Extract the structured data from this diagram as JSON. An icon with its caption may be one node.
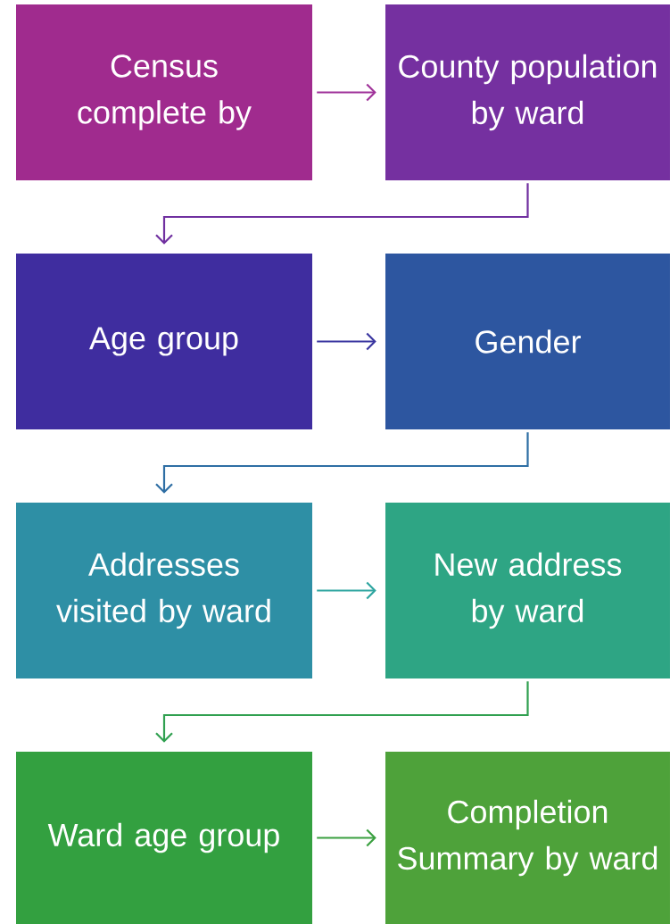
{
  "diagram": {
    "nodes": [
      {
        "text": [
          "Census complete by"
        ]
      },
      {
        "text": [
          "County population by ward"
        ]
      },
      {
        "text": [
          "Age group"
        ]
      },
      {
        "text": [
          "Gender"
        ]
      },
      {
        "text": [
          "Addresses visited by ward"
        ]
      },
      {
        "text": [
          "New address by ward"
        ]
      },
      {
        "text": [
          "Ward age group"
        ]
      },
      {
        "text": [
          "Completion Summary by ward"
        ]
      }
    ],
    "edges": [
      {
        "from": 0,
        "to": 1,
        "arrow": "to",
        "color": "#a0339a"
      },
      {
        "from": 1,
        "to": 2,
        "arrow": "to",
        "color": "#7030a0"
      },
      {
        "from": 2,
        "to": 3,
        "arrow": "to",
        "color": "#3a36a0"
      },
      {
        "from": 3,
        "to": 4,
        "arrow": "to",
        "color": "#2e6ea4"
      },
      {
        "from": 4,
        "to": 5,
        "arrow": "to",
        "color": "#2ea5a0"
      },
      {
        "from": 5,
        "to": 6,
        "arrow": "to",
        "color": "#30a050"
      },
      {
        "from": 6,
        "to": 7,
        "arrow": "to",
        "color": "#3aa040"
      }
    ]
  }
}
